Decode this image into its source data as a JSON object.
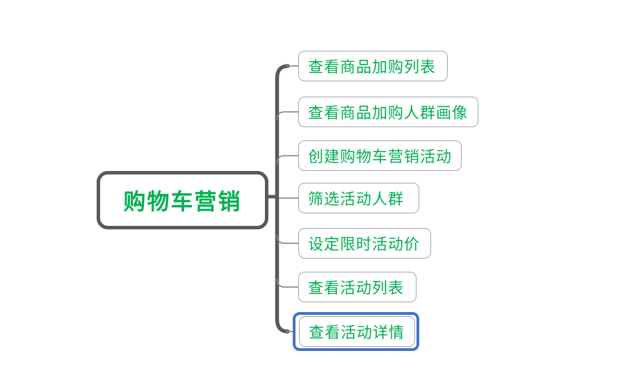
{
  "root": {
    "label": "购物车营销"
  },
  "children": [
    {
      "label": "查看商品加购列表",
      "selected": false
    },
    {
      "label": "查看商品加购人群画像",
      "selected": false
    },
    {
      "label": "创建购物车营销活动",
      "selected": false
    },
    {
      "label": "筛选活动人群",
      "selected": false
    },
    {
      "label": "设定限时活动价",
      "selected": false
    },
    {
      "label": "查看活动列表",
      "selected": false
    },
    {
      "label": "查看活动详情",
      "selected": true
    }
  ],
  "colors": {
    "topic_text": "#00B050",
    "root_border": "#595959",
    "child_border": "#A3A3A3",
    "branch_line": "#8A8A8A",
    "selection": "#4472C4",
    "background": "#FFFFFF"
  }
}
